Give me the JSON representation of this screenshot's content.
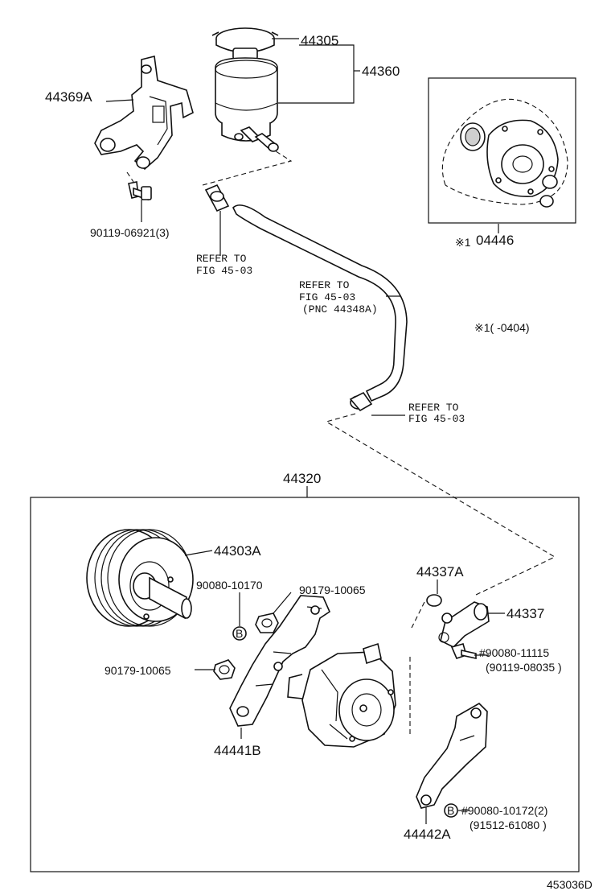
{
  "labels": {
    "reservoir_cap": "44305",
    "reservoir": "44360",
    "bracket_top": "44369A",
    "bolt_top": "90119-06921(3)",
    "gasket_kit": "04446",
    "gasket_kit_mark": "※1",
    "footnote": "※1(      -0404)",
    "assembly": "44320",
    "pulley": "44303A",
    "nut_b": "90080-10170",
    "nut_upper": "90179-10065",
    "nut_left": "90179-10065",
    "bracket_lower": "44441B",
    "oring": "44337A",
    "union": "44337",
    "bolt_union_1": "#90080-11115",
    "bolt_union_2": "(90119-08035   )",
    "bracket_arm": "44442A",
    "bolt_arm_1": "#90080-10172(2)",
    "bolt_arm_2": "(91512-61080   )",
    "circle_b": "B",
    "circle_b2": "B",
    "diagram_id": "453036D"
  },
  "refer_notes": {
    "left_line1": "REFER TO",
    "left_line2": "FIG 45-03",
    "mid_line1": "REFER TO",
    "mid_line2": "FIG 45-03",
    "mid_line3": "(PNC 44348A)",
    "right_line1": "REFER TO",
    "right_line2": "FIG 45-03"
  }
}
